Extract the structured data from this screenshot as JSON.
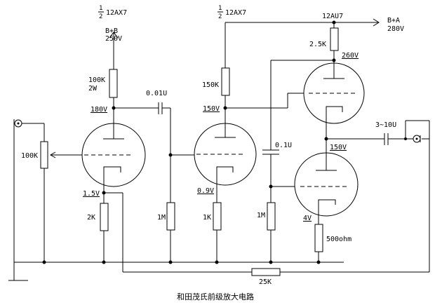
{
  "title": "和田茂氏前级放大电路",
  "tubes": {
    "v1_fraction": "1",
    "v1_fraction_den": "2",
    "v1_type": "12AX7",
    "v2_fraction": "1",
    "v2_fraction_den": "2",
    "v2_type": "12AX7",
    "v3_type": "12AU7"
  },
  "supplies": {
    "bplus_b": "B+B",
    "bplus_b_voltage": "250V",
    "bplus_a": "B+A",
    "bplus_a_voltage": "280V"
  },
  "components": {
    "r_input_pot": "100K",
    "r_plate1_value": "100K",
    "r_plate1_power": "2W",
    "r_cathode1": "2K",
    "r_grid2": "1M",
    "r_cathode2": "1K",
    "r_plate2": "150K",
    "r_grid3": "1M",
    "r_plate3": "2.5K",
    "r_cathode3": "500ohm",
    "r_feedback": "25K",
    "c_coupling1": "0.01U",
    "c_coupling2": "0.1U",
    "c_output": "3~10U"
  },
  "voltages": {
    "v1_plate": "180V",
    "v1_cathode": "1.5V",
    "v2_plate": "150V",
    "v2_cathode": "0.9V",
    "v3_upper_plate": "260V",
    "v3_lower_plate": "150V",
    "v3_lower_cathode": "4V"
  }
}
